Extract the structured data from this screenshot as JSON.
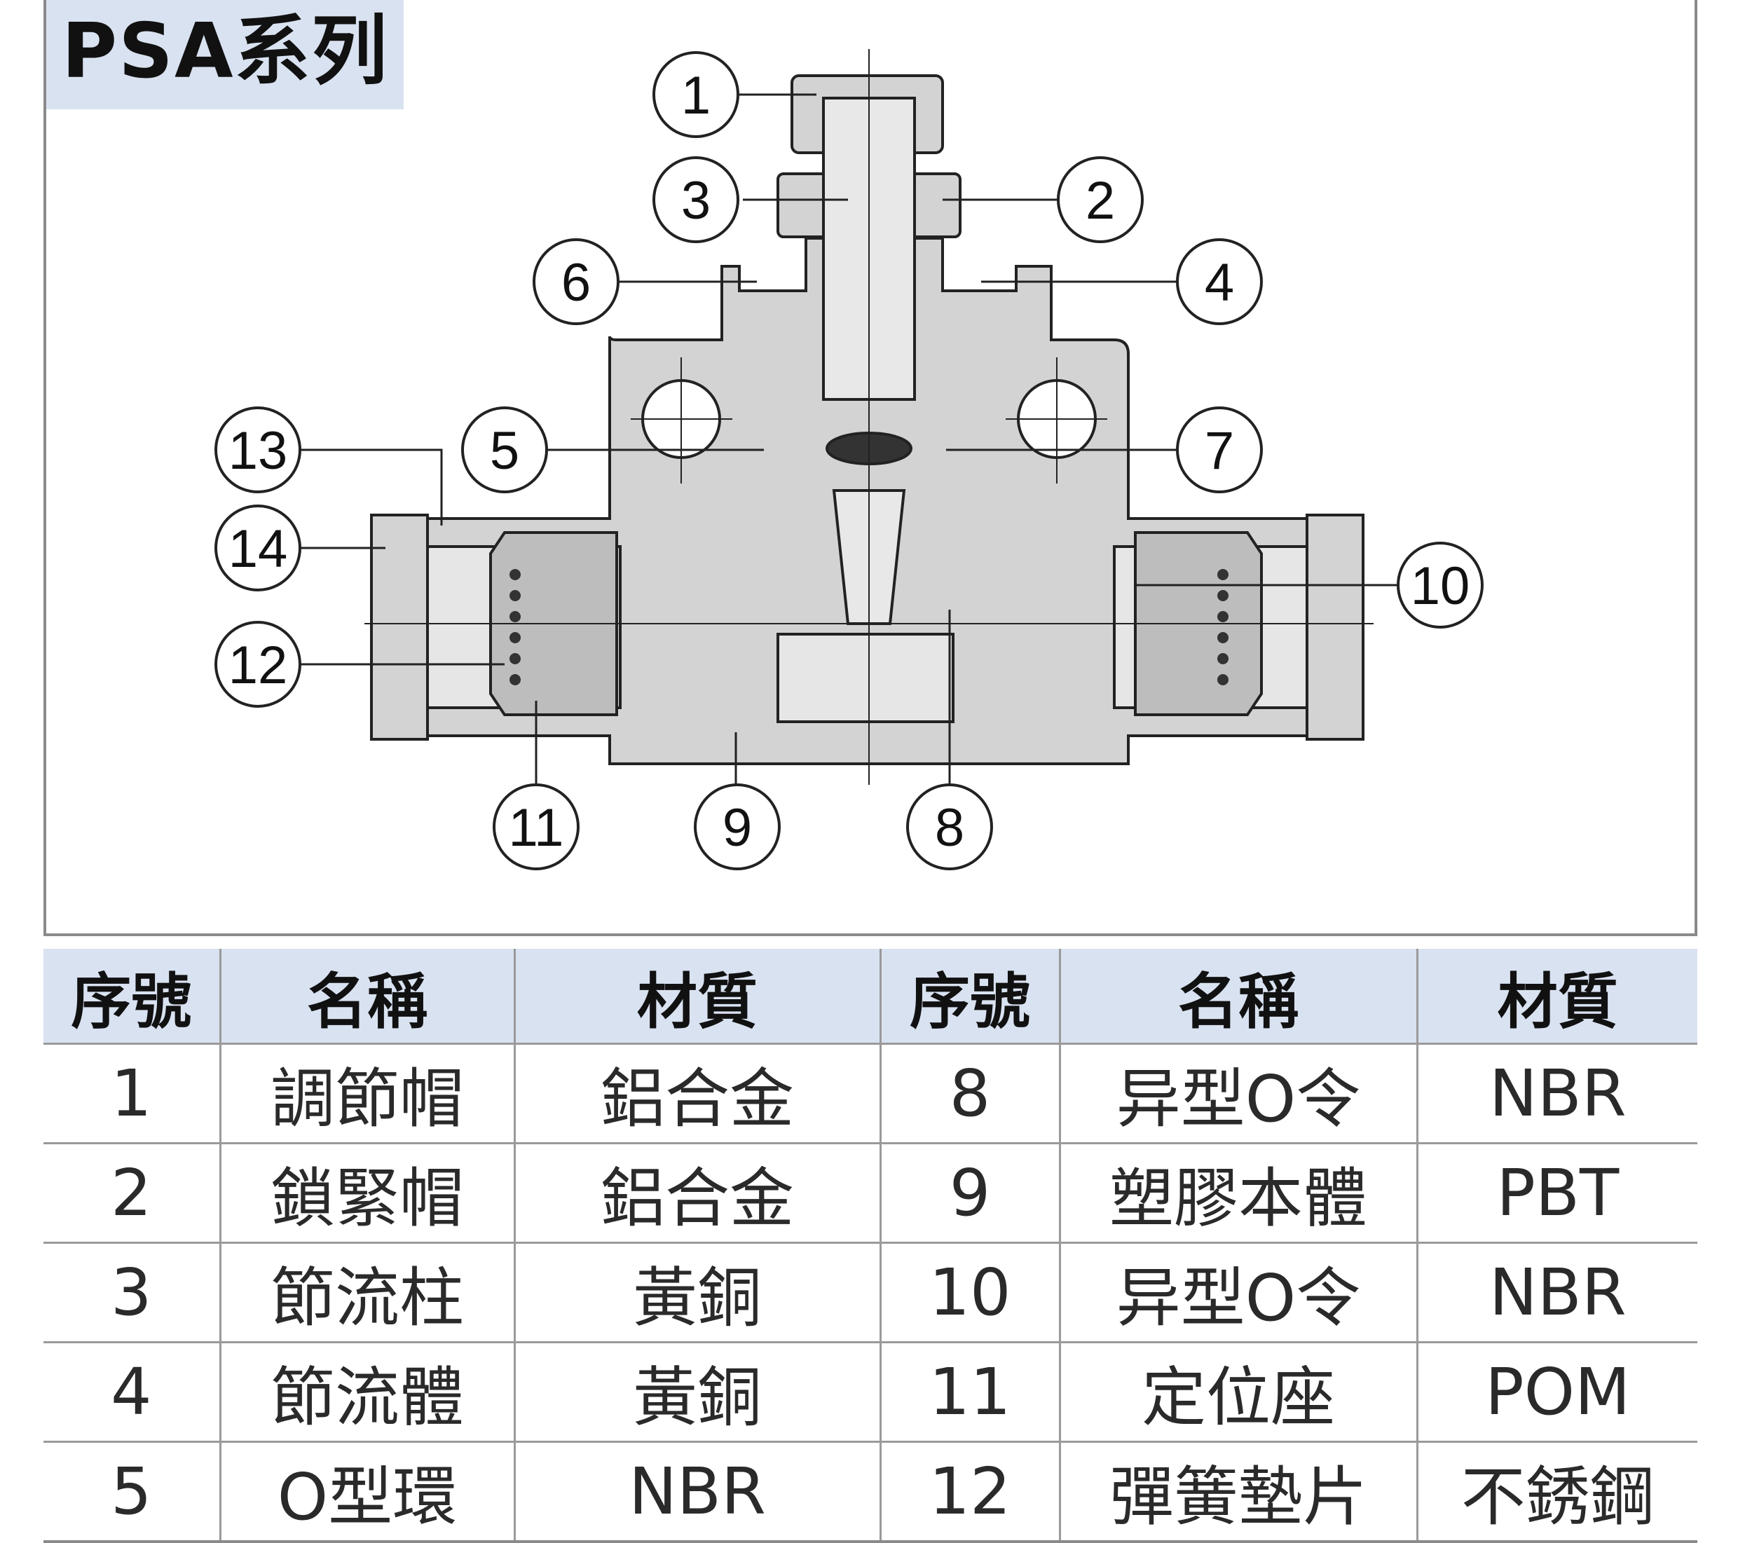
{
  "title": "PSA系列",
  "callouts": [
    "1",
    "2",
    "3",
    "4",
    "5",
    "6",
    "7",
    "8",
    "9",
    "10",
    "11",
    "12",
    "13",
    "14"
  ],
  "table": {
    "headers": [
      "序號",
      "名稱",
      "材質",
      "序號",
      "名稱",
      "材質"
    ],
    "rows": [
      [
        "1",
        "調節帽",
        "鋁合金",
        "8",
        "异型O令",
        "NBR"
      ],
      [
        "2",
        "鎖緊帽",
        "鋁合金",
        "9",
        "塑膠本體",
        "PBT"
      ],
      [
        "3",
        "節流柱",
        "黃銅",
        "10",
        "异型O令",
        "NBR"
      ],
      [
        "4",
        "節流體",
        "黃銅",
        "11",
        "定位座",
        "POM"
      ],
      [
        "5",
        "O型環",
        "NBR",
        "12",
        "彈簧墊片",
        "不銹鋼"
      ]
    ]
  }
}
